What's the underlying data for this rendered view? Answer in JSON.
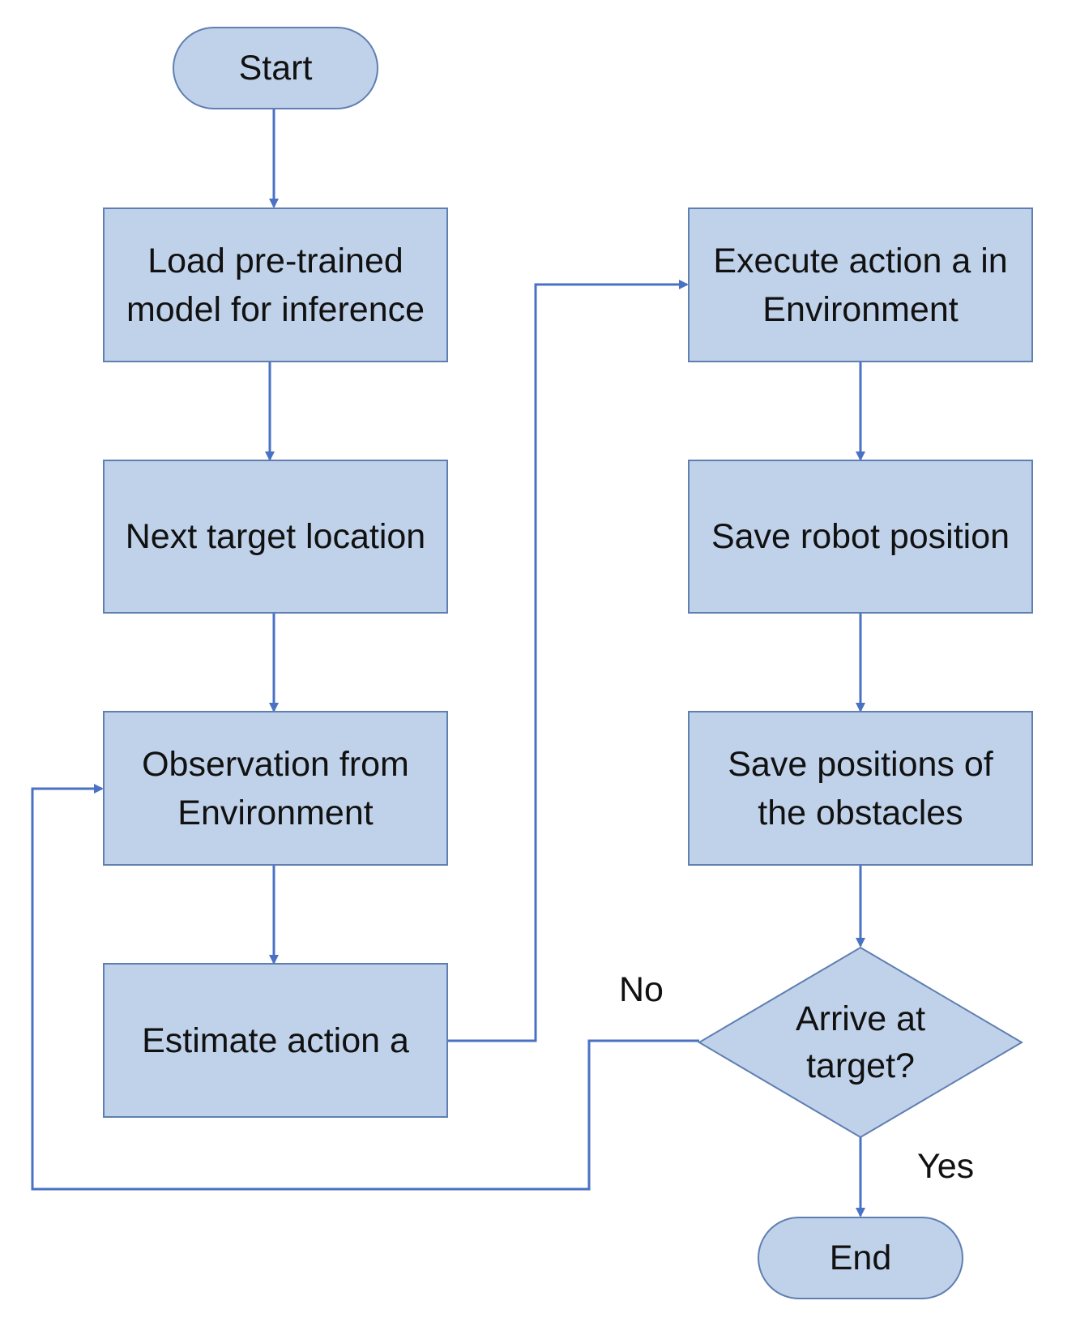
{
  "colors": {
    "node_fill": "#c0d2ea",
    "node_border": "#5f7fb2",
    "connector": "#4a72c4",
    "text": "#111111"
  },
  "nodes": {
    "start": "Start",
    "load_model": "Load pre-trained model for inference",
    "next_target": "Next target location",
    "observation": "Observation from Environment",
    "estimate_action": "Estimate action a",
    "execute_action": "Execute action a in Environment",
    "save_robot_position": "Save robot position",
    "save_obstacles": "Save positions of the obstacles",
    "decision": "Arrive at target?",
    "end": "End"
  },
  "edge_labels": {
    "no": "No",
    "yes": "Yes"
  }
}
